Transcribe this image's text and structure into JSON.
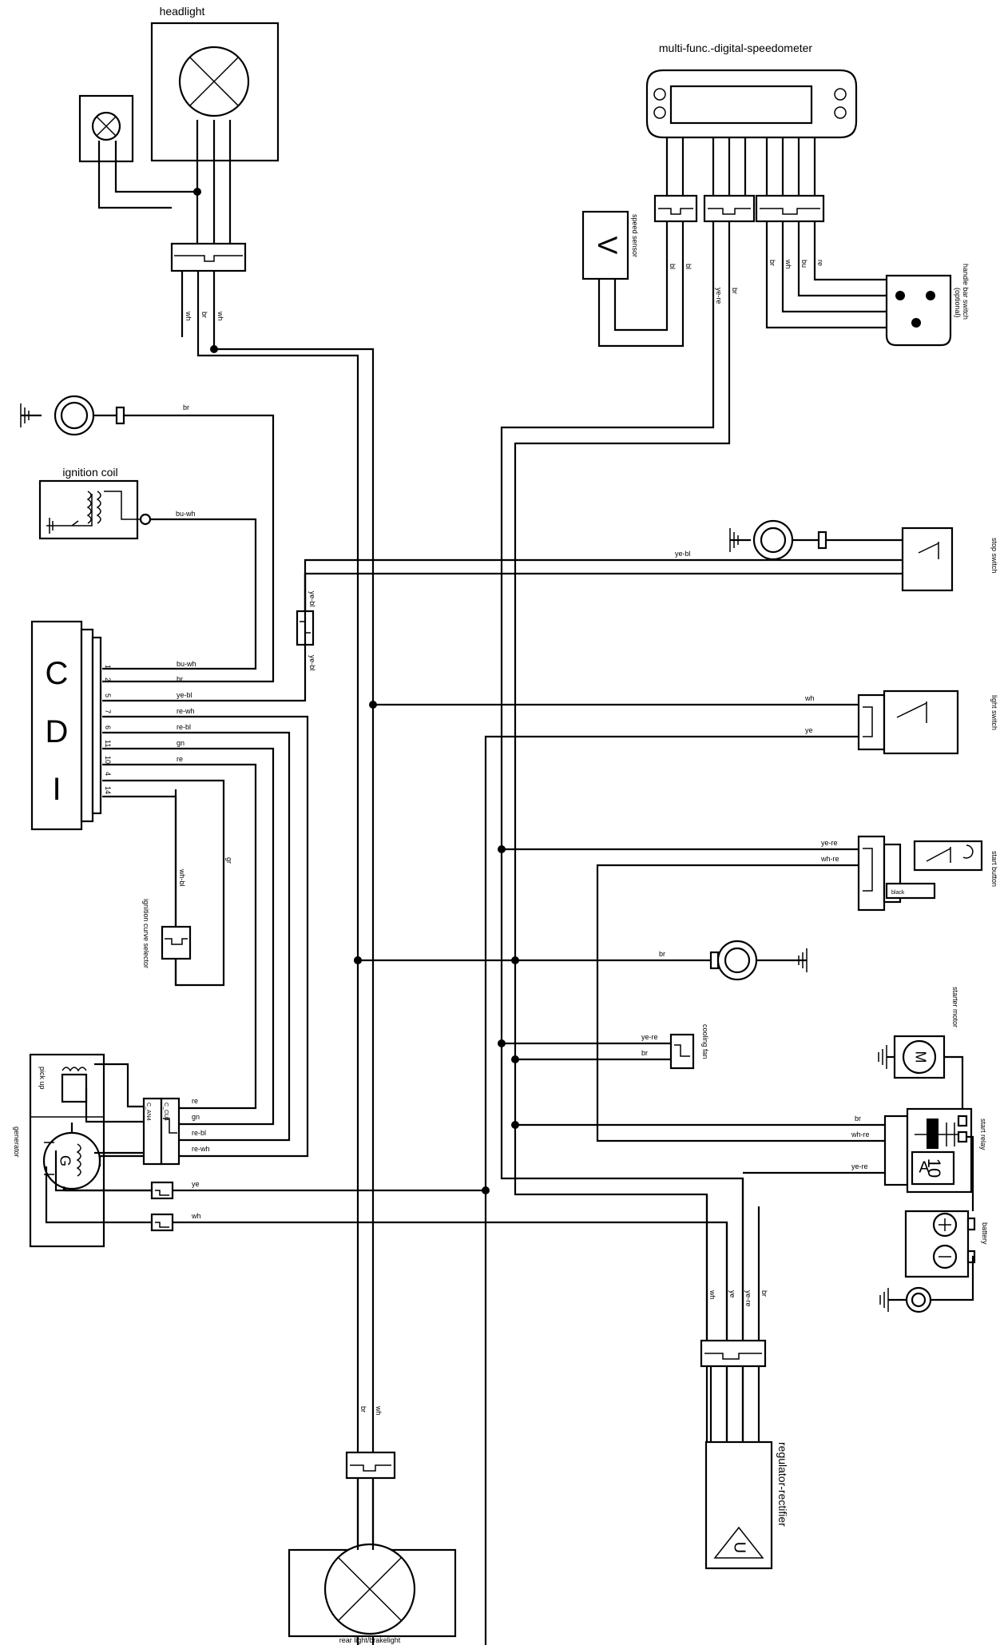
{
  "components": {
    "headlight": "headlight",
    "speedometer": "multi-func.-digital-speedometer",
    "speed_sensor": "speed sensor",
    "speed_sensor_symbol": "V",
    "handlebar_switch_1": "handle bar switch",
    "handlebar_switch_2": "(optional)",
    "ignition_coil": "ignition coil",
    "stop_switch": "stop switch",
    "light_switch": "light switch",
    "start_button": "start button",
    "start_button_tag": "black",
    "ignition_curve_selector": "ignition curve selector",
    "cooling_fan": "cooling fan",
    "starter_motor": "starter motor",
    "starter_motor_symbol": "M",
    "start_relay": "start relay",
    "fuse_1": "10",
    "fuse_2": "A",
    "battery": "battery",
    "pick_up": "pick up",
    "generator": "generator",
    "generator_symbol": "G",
    "regulator": "regulator-rectifier",
    "regulator_symbol": "U",
    "rear_light": "rear light/brakelight",
    "connector_1": "C_CU4",
    "connector_2": "C_AN4"
  },
  "cdi": {
    "letters": [
      "C",
      "D",
      "I"
    ],
    "pins": [
      "1",
      "2",
      "5",
      "7",
      "6",
      "11",
      "10",
      "4",
      "14"
    ]
  },
  "wires": {
    "wh": "wh",
    "br": "br",
    "bl": "bl",
    "ye": "ye",
    "gn": "gn",
    "re": "re",
    "gr": "gr",
    "bu": "bu",
    "ye_re": "ye-re",
    "ye_bl": "ye-bl",
    "bu_wh": "bu-wh",
    "re_wh": "re-wh",
    "re_bl": "re-bl",
    "wh_re": "wh-re",
    "wh_bl": "wh-bl"
  }
}
